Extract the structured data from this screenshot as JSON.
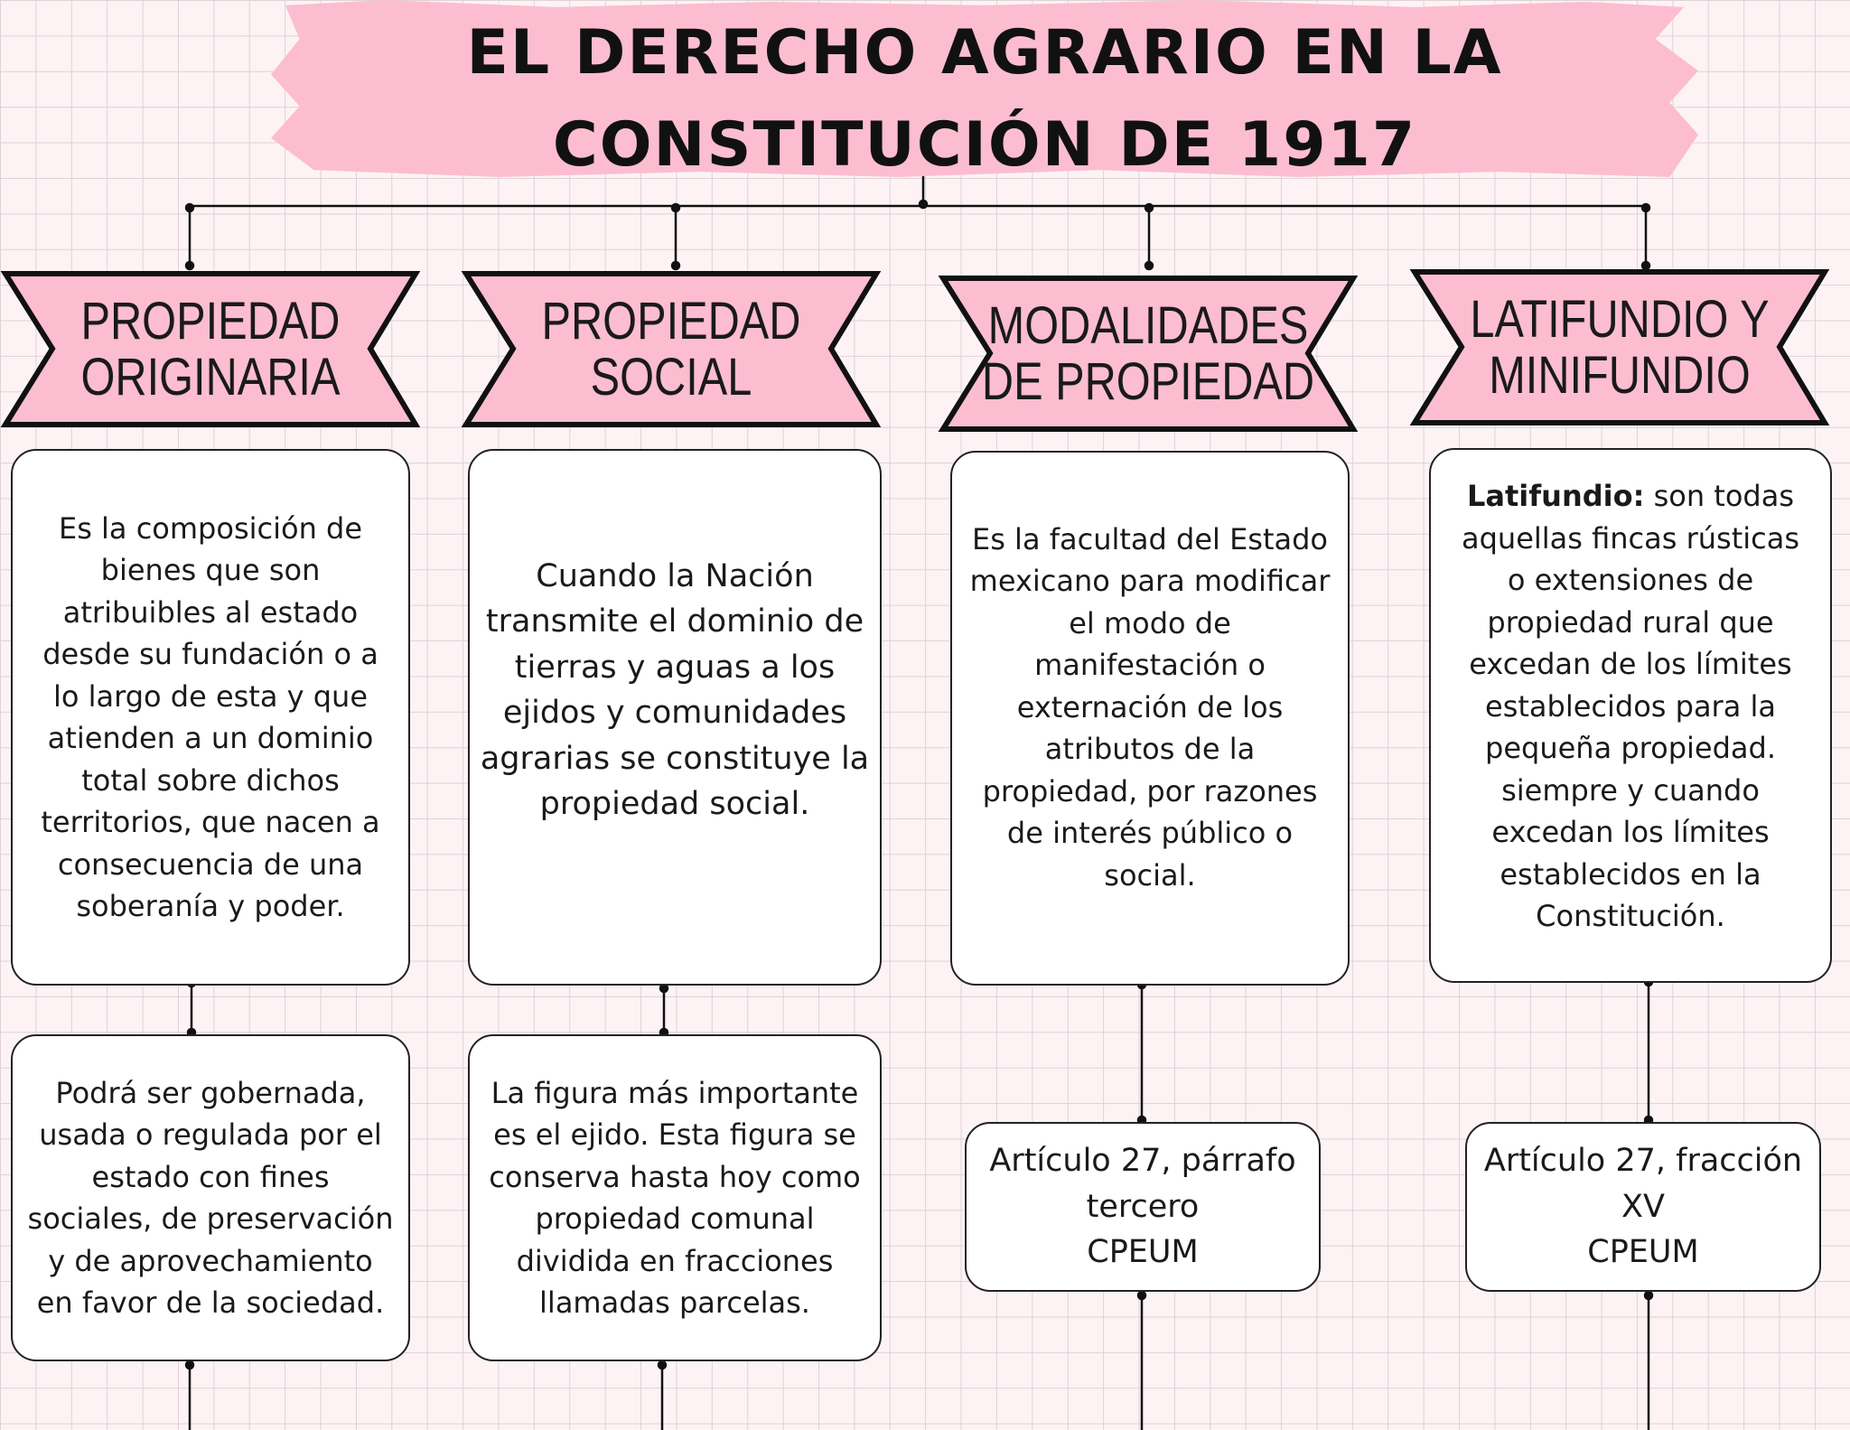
{
  "title": {
    "line1": "EL DERECHO AGRARIO EN LA",
    "line2": "CONSTITUCIÓN DE 1917"
  },
  "columns": [
    {
      "heading": {
        "line1": "PROPIEDAD",
        "line2": "ORIGINARIA"
      },
      "description": "Es la composición de bienes que son atribuibles al estado desde su fundación o a lo largo de esta y que atienden a un dominio total sobre dichos territorios, que nacen a consecuencia de una soberanía y poder.",
      "detail": "Podrá ser gobernada, usada o regulada por el estado con fines sociales, de preservación y de aprovechamiento en favor de la sociedad."
    },
    {
      "heading": {
        "line1": "PROPIEDAD",
        "line2": "SOCIAL"
      },
      "description": "Cuando la Nación transmite el dominio de tierras y aguas a los ejidos y comunidades agrarias se constituye la propiedad social.",
      "detail": "La figura más importante es el ejido. Esta figura se conserva hasta hoy como propiedad comunal dividida en fracciones llamadas parcelas."
    },
    {
      "heading": {
        "line1": "MODALIDADES",
        "line2": "DE PROPIEDAD"
      },
      "description": "Es la facultad del Estado mexicano para modificar el modo de manifestación o externación de los atributos de la propiedad, por razones de interés público o social.",
      "reference": {
        "line1": "Artículo 27, párrafo",
        "line2": "tercero",
        "line3": "CPEUM"
      }
    },
    {
      "heading": {
        "line1": "LATIFUNDIO Y",
        "line2": "MINIFUNDIO"
      },
      "description_term": "Latifundio:",
      "description": " son todas aquellas fincas rústicas o extensiones de propiedad rural que excedan de los límites establecidos para la pequeña propiedad. siempre y cuando excedan los límites establecidos en la Constitución.",
      "reference": {
        "line1": "Artículo 27, fracción",
        "line2": "XV",
        "line3": "CPEUM"
      }
    }
  ]
}
